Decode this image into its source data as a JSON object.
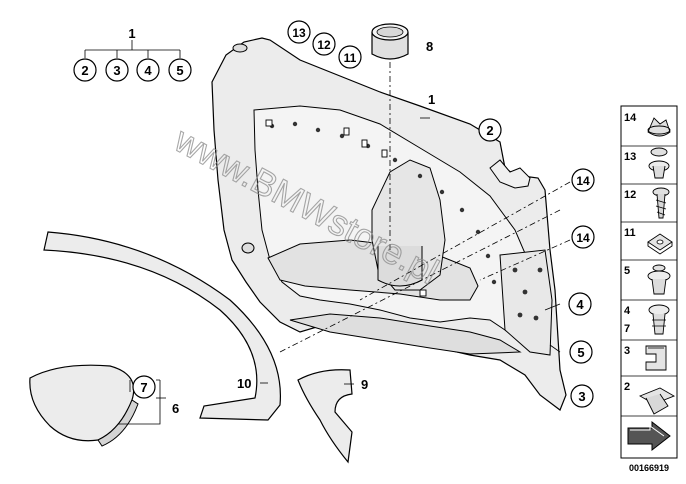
{
  "diagram": {
    "top_group": {
      "label": "1",
      "children": [
        "2",
        "3",
        "4",
        "5"
      ]
    },
    "callouts": {
      "c13": "13",
      "c12": "12",
      "c11": "11",
      "c8": "8",
      "c1": "1",
      "c2_main": "2",
      "c14_a": "14",
      "c14_b": "14",
      "c4": "4",
      "c5": "5",
      "c3": "3",
      "c7": "7",
      "c6": "6",
      "c10": "10",
      "c9": "9"
    },
    "legend": {
      "items": [
        {
          "label": "14",
          "icon": "plug-cap-icon"
        },
        {
          "label": "13",
          "icon": "push-rivet-icon"
        },
        {
          "label": "12",
          "icon": "screw-icon"
        },
        {
          "label": "11",
          "icon": "clip-nut-icon"
        },
        {
          "label": "5",
          "icon": "expanding-rivet-icon"
        },
        {
          "label": "4",
          "label2": "7",
          "icon": "fir-tree-clip-icon"
        },
        {
          "label": "3",
          "icon": "spring-clip-icon"
        },
        {
          "label": "2",
          "icon": "sheet-clip-icon"
        },
        {
          "label": "",
          "icon": "direction-arrow-icon"
        }
      ]
    },
    "watermark": "www.BMWstore.pl",
    "diagram_number": "00166919",
    "colors": {
      "line": "#000000",
      "panel_fill": "#ececec",
      "shade": "#d9d9d9",
      "watermark": "#8a8a8a"
    }
  }
}
